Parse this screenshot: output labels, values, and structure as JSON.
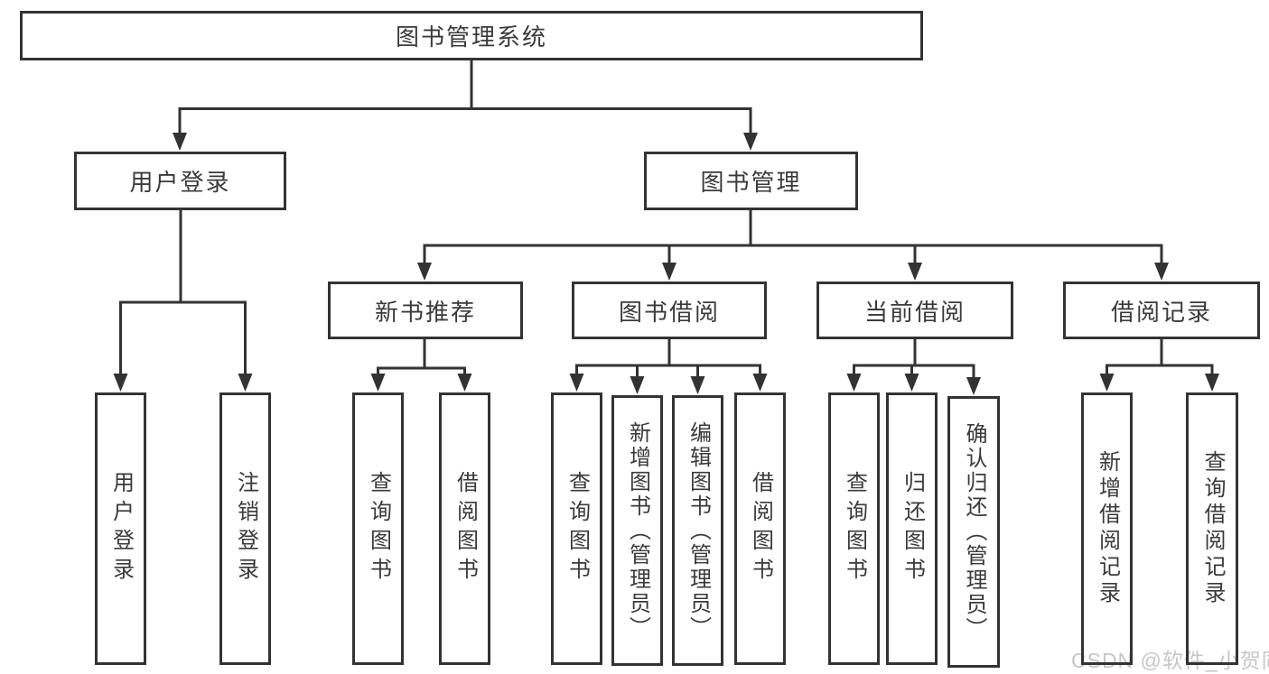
{
  "colors": {
    "line": "#333333",
    "border": "#333333",
    "text": "#3a3a3a",
    "watermark": "#c6c6c6",
    "background": "#ffffff"
  },
  "watermark": {
    "text": "CSDN @软件_小贺同学"
  },
  "nodes": {
    "root": "图书管理系统",
    "level2": [
      {
        "label": "用户登录"
      },
      {
        "label": "图书管理"
      }
    ],
    "level3": [
      {
        "label": "新书推荐"
      },
      {
        "label": "图书借阅"
      },
      {
        "label": "当前借阅"
      },
      {
        "label": "借阅记录"
      }
    ],
    "leaves_user_login": [
      {
        "label": "用户登录"
      },
      {
        "label": "注销登录"
      }
    ],
    "leaves_new_book": [
      {
        "label": "查询图书"
      },
      {
        "label": "借阅图书"
      }
    ],
    "leaves_book_borrow": [
      {
        "label": "查询图书"
      },
      {
        "label": "新增图书（管理员）"
      },
      {
        "label": "编辑图书（管理员）"
      },
      {
        "label": "借阅图书"
      }
    ],
    "leaves_current_borrow": [
      {
        "label": "查询图书"
      },
      {
        "label": "归还图书"
      },
      {
        "label": "确认归还（管理员）"
      }
    ],
    "leaves_borrow_records": [
      {
        "label": "新增借阅记录"
      },
      {
        "label": "查询借阅记录"
      }
    ]
  }
}
